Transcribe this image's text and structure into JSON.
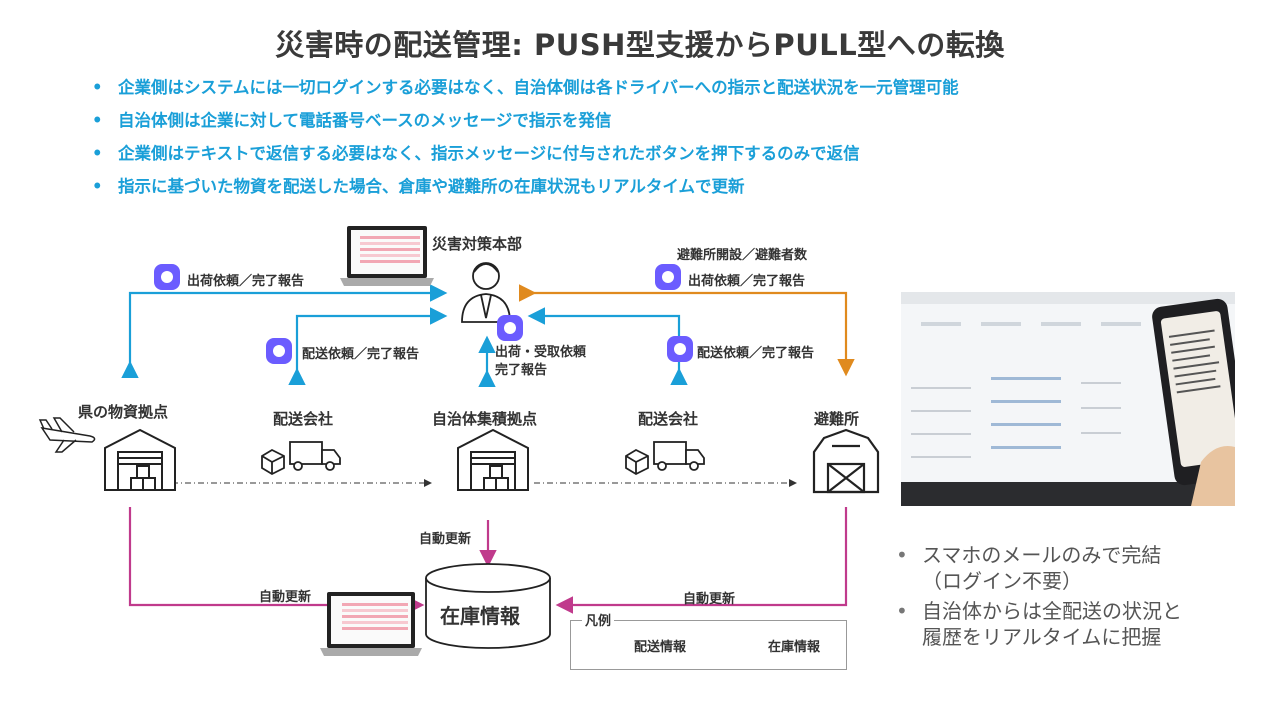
{
  "title": "災害時の配送管理: PUSH型支援からPULL型への転換",
  "bullets": [
    "企業側はシステムには一切ログインする必要はなく、自治体側は各ドライバーへの指示と配送状況を一元管理可能",
    "自治体側は企業に対して電話番号ベースのメッセージで指示を発信",
    "企業側はテキストで返信する必要はなく、指示メッセージに付与されたボタンを押下するのみで返信",
    "指示に基づいた物資を配送した場合、倉庫や避難所の在庫状況もリアルタイムで更新"
  ],
  "diagram": {
    "hq": "災害対策本部",
    "shelter_note": "避難所開設／避難者数",
    "ship_report_left": "出荷依頼／完了報告",
    "ship_report_right": "出荷依頼／完了報告",
    "delivery_left": "配送依頼／完了報告",
    "delivery_right": "配送依頼／完了報告",
    "pickup_1": "出荷・受取依頼",
    "pickup_2": "完了報告",
    "pref_base": "県の物資拠点",
    "courier_1": "配送会社",
    "muni_base": "自治体集積拠点",
    "courier_2": "配送会社",
    "shelter": "避難所",
    "auto_top": "自動更新",
    "auto_left": "自動更新",
    "auto_right": "自動更新",
    "inventory": "在庫情報",
    "legend_title": "凡例",
    "legend_delivery": "配送情報",
    "legend_inventory": "在庫情報"
  },
  "right_bullets": {
    "b1_line1": "スマホのメールのみで完結",
    "b1_line2": "（ログイン不要）",
    "b2_line1": "自治体からは全配送の状況と",
    "b2_line2": "履歴をリアルタイムに把握"
  },
  "colors": {
    "title": "#3a3a3a",
    "bullet_text": "#1a9fd8",
    "delivery_arrow": "#1a9fd8",
    "inventory_arrow": "#c03a8c",
    "shelter_arrow": "#e08a1e",
    "chat_icon": "#6b5cff"
  },
  "icons": [
    "chat-icon",
    "laptop-icon",
    "person-icon",
    "warehouse-icon",
    "truck-icon",
    "barn-icon",
    "airplane-icon",
    "database-icon"
  ]
}
